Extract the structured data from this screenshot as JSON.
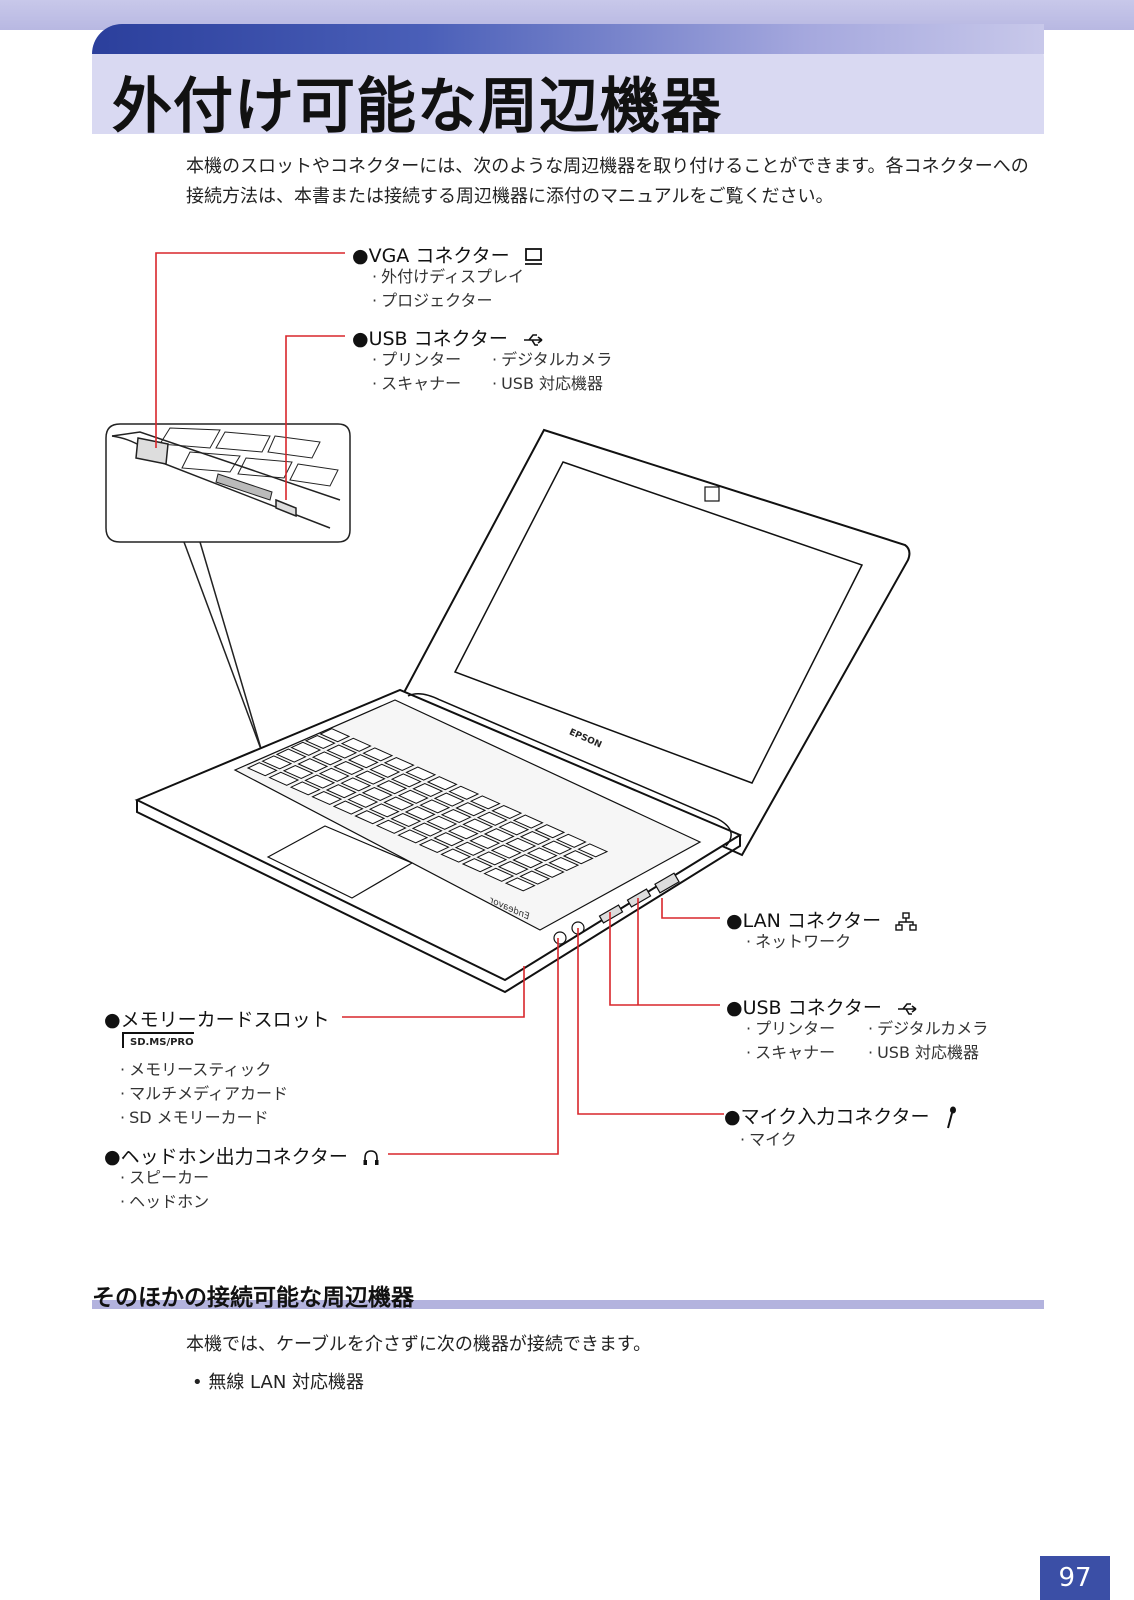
{
  "page": {
    "title": "外付け可能な周辺機器",
    "intro": "本機のスロットやコネクターには、次のような周辺機器を取り付けることができます。各コネクターへの接続方法は、本書または接続する周辺機器に添付のマニュアルをご覧ください。",
    "page_number": "97"
  },
  "connectors": {
    "vga": {
      "label": "●VGA コネクター",
      "icon": "monitor-icon",
      "items": [
        "外付けディスプレイ",
        "プロジェクター"
      ]
    },
    "usb_left": {
      "label": "●USB コネクター",
      "icon": "usb-icon",
      "items_col1": [
        "プリンター",
        "スキャナー"
      ],
      "items_col2": [
        "デジタルカメラ",
        "USB 対応機器"
      ]
    },
    "lan": {
      "label": "●LAN コネクター",
      "icon": "network-icon",
      "items": [
        "ネットワーク"
      ]
    },
    "usb_right": {
      "label": "●USB コネクター",
      "icon": "usb-icon",
      "items_col1": [
        "プリンター",
        "スキャナー"
      ],
      "items_col2": [
        "デジタルカメラ",
        "USB 対応機器"
      ]
    },
    "memory": {
      "label": "●メモリーカードスロット",
      "icon_text": "SD.MS/PRO",
      "items": [
        "メモリースティック",
        "マルチメディアカード",
        "SD メモリーカード"
      ]
    },
    "mic": {
      "label": "●マイク入力コネクター",
      "icon": "microphone-icon",
      "items": [
        "マイク"
      ]
    },
    "headphone": {
      "label": "●ヘッドホン出力コネクター",
      "icon": "headphone-icon",
      "items": [
        "スピーカー",
        "ヘッドホン"
      ]
    }
  },
  "laptop": {
    "brand": "EPSON",
    "model": "Endeavor"
  },
  "section": {
    "heading": "そのほかの接続可能な周辺機器",
    "body": "本機では、ケーブルを介さずに次の機器が接続できます。",
    "bullets": [
      "• 無線 LAN 対応機器"
    ]
  },
  "colors": {
    "leader_line": "#d9262b",
    "accent": "#3b4fa6",
    "band": "#b3b3de"
  }
}
